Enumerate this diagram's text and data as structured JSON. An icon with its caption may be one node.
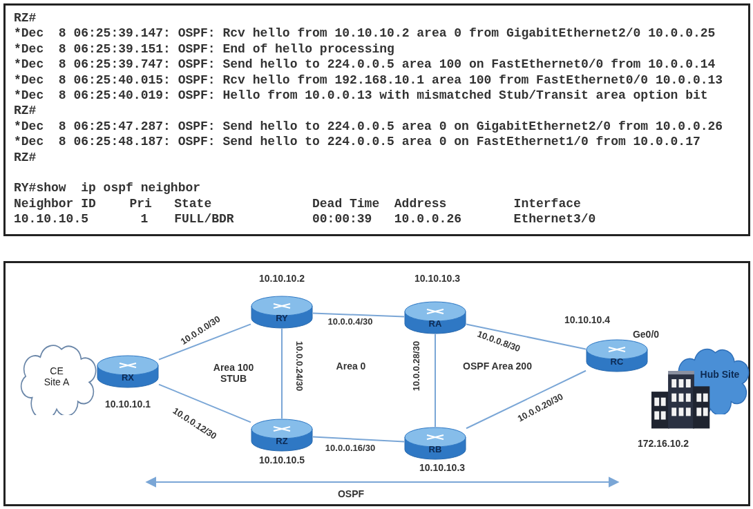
{
  "diagram": {
    "nodes": [
      {
        "text": [
          "CE Site A"
        ]
      },
      {
        "text": [
          "RX"
        ],
        "beside": [
          "10.10.10.1"
        ]
      },
      {
        "text": [
          "RY"
        ],
        "beside": [
          "10.10.10.2"
        ]
      },
      {
        "text": [
          "RZ"
        ],
        "beside": [
          "10.10.10.5"
        ]
      },
      {
        "text": [
          "RA"
        ],
        "beside": [
          "10.10.10.3"
        ]
      },
      {
        "text": [
          "RB"
        ],
        "beside": [
          "10.10.10.3"
        ]
      },
      {
        "text": [
          "RC"
        ],
        "beside": [
          "10.10.10.4",
          "Ge0/0"
        ]
      },
      {
        "text": [
          "Hub Site"
        ],
        "beside": [
          "172.16.10.2"
        ]
      }
    ],
    "edges": [
      {
        "from": 1,
        "to": 2,
        "arrow": "none",
        "label": "10.0.0.0/30"
      },
      {
        "from": 1,
        "to": 3,
        "arrow": "none",
        "label": "10.0.0.12/30"
      },
      {
        "from": 2,
        "to": 3,
        "arrow": "none",
        "label": "10.0.0.24/30"
      },
      {
        "from": 2,
        "to": 4,
        "arrow": "none",
        "label": "10.0.0.4/30"
      },
      {
        "from": 3,
        "to": 5,
        "arrow": "none",
        "label": "10.0.0.16/30"
      },
      {
        "from": 4,
        "to": 5,
        "arrow": "none",
        "label": "10.0.0.28/30"
      },
      {
        "from": 4,
        "to": 6,
        "arrow": "none",
        "label": "10.0.0.8/30"
      },
      {
        "from": 5,
        "to": 6,
        "arrow": "none",
        "label": "10.0.0.20/30"
      }
    ],
    "labels": [
      "RZ#",
      "*Dec  8 06:25:39.147: OSPF: Rcv hello from 10.10.10.2 area 0 from GigabitEthernet2/0 10.0.0.25",
      "*Dec  8 06:25:39.151: OSPF: End of hello processing",
      "*Dec  8 06:25:39.747: OSPF: Send hello to 224.0.0.5 area 100 on FastEthernet0/0 from 10.0.0.14",
      "*Dec  8 06:25:40.015: OSPF: Rcv hello from 192.168.10.1 area 100 from FastEthernet0/0 10.0.0.13",
      "*Dec  8 06:25:40.019: OSPF: Hello from 10.0.0.13 with mismatched Stub/Transit area option bit",
      "RZ#",
      "*Dec  8 06:25:47.287: OSPF: Send hello to 224.0.0.5 area 0 on GigabitEthernet2/0 from 10.0.0.26",
      "*Dec  8 06:25:48.187: OSPF: Send hello to 224.0.0.5 area 0 on FastEthernet1/0 from 10.0.0.17",
      "RZ#",
      "RY#show  ip ospf neighbor",
      "Neighbor ID",
      "Pri",
      "State",
      "Dead Time",
      "Address",
      "Interface",
      "10.10.10.5",
      "1",
      "FULL/BDR",
      "00:00:39",
      "10.0.0.26",
      "Ethernet3/0",
      "Area 100 STUB",
      "Area 0",
      "OSPF Area 200",
      "OSPF"
    ]
  }
}
